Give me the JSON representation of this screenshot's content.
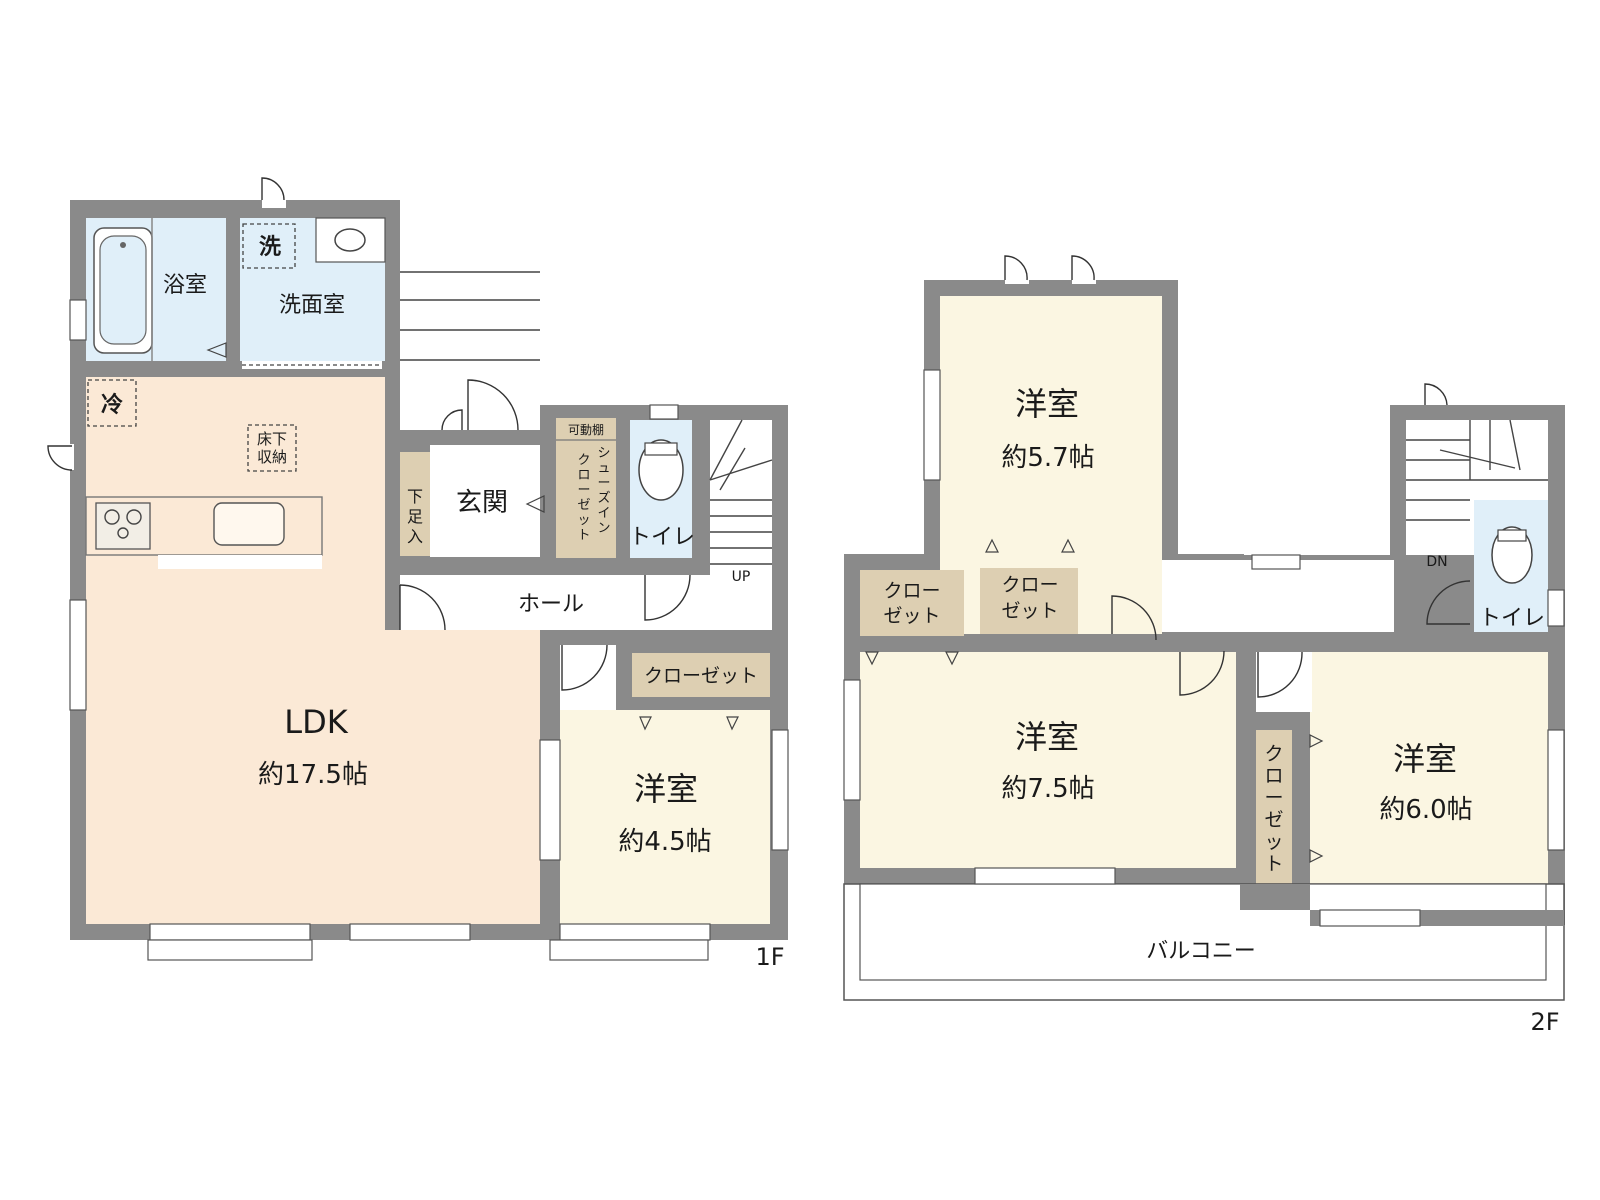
{
  "floor1": {
    "label": "1F",
    "bath": "浴室",
    "washroom": "洗面室",
    "washer_mark": "洗",
    "fridge_mark": "冷",
    "underfloor_storage_1": "床下",
    "underfloor_storage_2": "収納",
    "ldk_name": "LDK",
    "ldk_size": "約17.5帖",
    "entrance": "玄関",
    "shoe_box": [
      "下",
      "足",
      "入"
    ],
    "movable_shelf": "可動棚",
    "shoes_closet_col1": [
      "シ",
      "ュ",
      "ー",
      "ズ",
      "イ",
      "ン"
    ],
    "shoes_closet_col2": [
      "ク",
      "ロ",
      "ー",
      "ゼ",
      "ッ",
      "ト"
    ],
    "toilet": "トイレ",
    "up": "UP",
    "hall": "ホール",
    "closet": "クローゼット",
    "room_name": "洋室",
    "room_size": "約4.5帖"
  },
  "floor2": {
    "label": "2F",
    "room_a_name": "洋室",
    "room_a_size": "約5.7帖",
    "room_b_name": "洋室",
    "room_b_size": "約7.5帖",
    "room_c_name": "洋室",
    "room_c_size": "約6.0帖",
    "closet_1": [
      "クロー",
      "ゼット"
    ],
    "closet_2": [
      "クロー",
      "ゼット"
    ],
    "closet_vertical": [
      "ク",
      "ロ",
      "ー",
      "ゼ",
      "ッ",
      "ト"
    ],
    "dn": "DN",
    "toilet": "トイレ",
    "balcony": "バルコニー"
  }
}
